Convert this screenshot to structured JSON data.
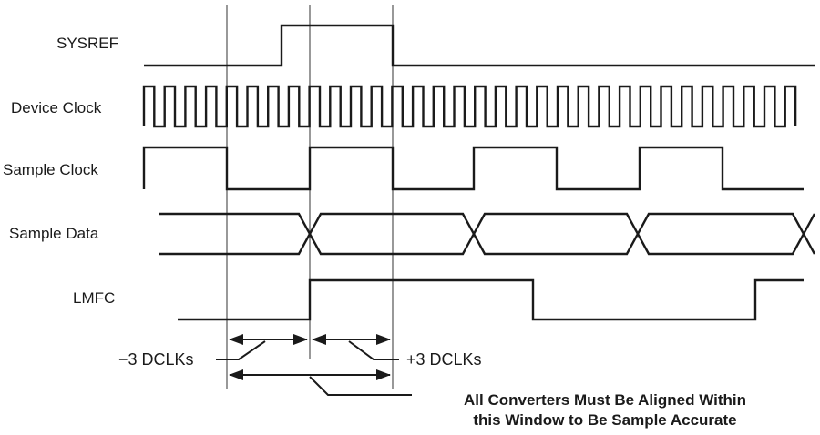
{
  "signals": {
    "sysref": "SYSREF",
    "device_clock": "Device Clock",
    "sample_clock": "Sample Clock",
    "sample_data": "Sample Data",
    "lmfc": "LMFC"
  },
  "annotations": {
    "minus_3": "−3 DCLKs",
    "plus_3": "+3 DCLKs",
    "window_line1": "All Converters Must Be Aligned Within",
    "window_line2": "this Window to Be Sample Accurate"
  },
  "colors": {
    "trace": "#1a1a1a",
    "guide": "#555555"
  }
}
